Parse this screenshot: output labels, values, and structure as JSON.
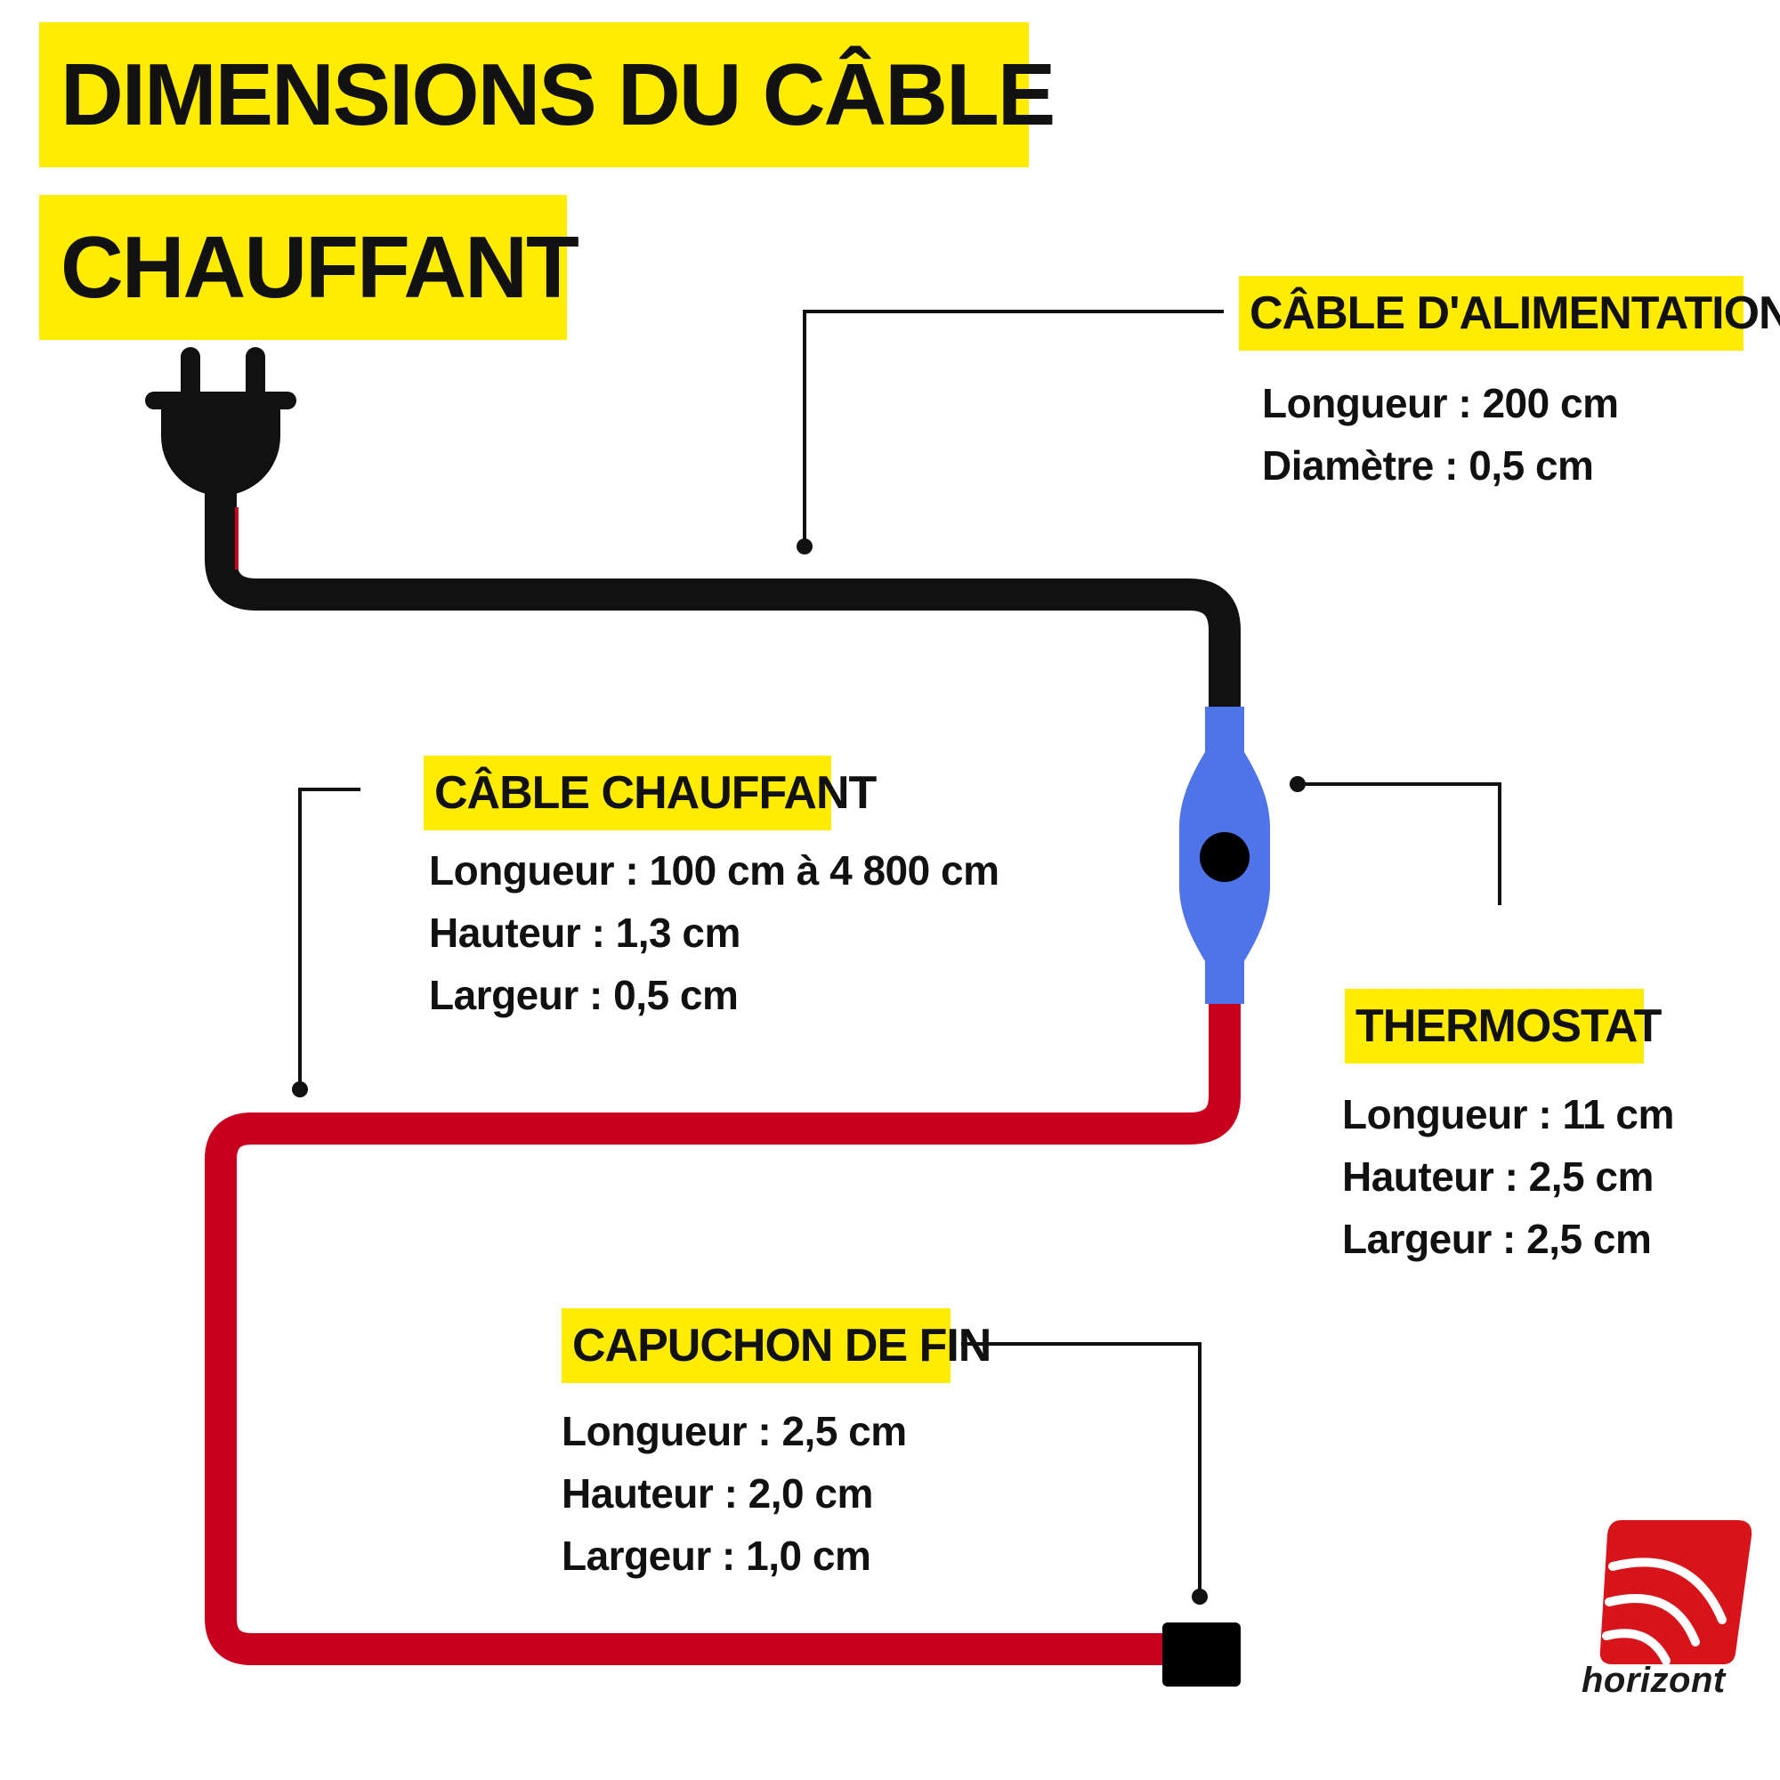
{
  "title": {
    "line1": "DIMENSIONS DU CÂBLE",
    "line2": "CHAUFFANT"
  },
  "sections": {
    "power_cable": {
      "label": "CÂBLE D'ALIMENTATION",
      "specs": [
        "Longueur : 200 cm",
        "Diamètre : 0,5 cm"
      ]
    },
    "heating_cable": {
      "label": "CÂBLE CHAUFFANT",
      "specs": [
        "Longueur : 100 cm à 4 800 cm",
        "Hauteur : 1,3 cm",
        "Largeur : 0,5 cm"
      ]
    },
    "thermostat": {
      "label": "THERMOSTAT",
      "specs": [
        "Longueur : 11 cm",
        "Hauteur : 2,5 cm",
        "Largeur : 2,5 cm"
      ]
    },
    "end_cap": {
      "label": "CAPUCHON DE FIN",
      "specs": [
        "Longueur : 2,5 cm",
        "Hauteur : 2,0 cm",
        "Largeur : 1,0 cm"
      ]
    }
  },
  "logo": {
    "text": "horizont"
  },
  "colors": {
    "highlight": "#ffec00",
    "power_cable": "#111111",
    "heating_cable": "#c8001e",
    "thermostat": "#4f73e8",
    "logo_red": "#d7141a"
  },
  "icons": [
    "plug-icon",
    "thermostat-icon",
    "end-cap-icon",
    "horizont-logo-icon"
  ]
}
